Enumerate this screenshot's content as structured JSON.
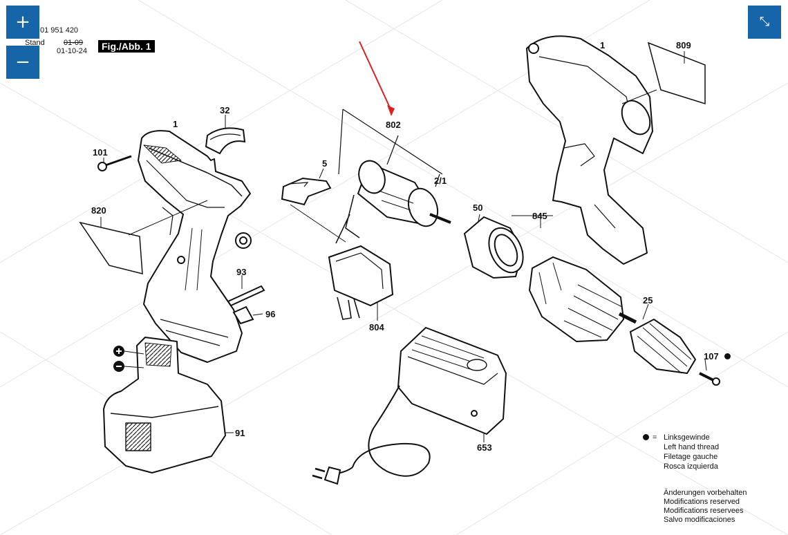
{
  "controls": {
    "zoom_in_icon": "plus-icon",
    "zoom_out_icon": "minus-icon",
    "fullscreen_icon": "collapse-arrows-icon"
  },
  "header": {
    "doc_number": "01 951 420",
    "stand_label": "Stand",
    "stand_value": "01-09",
    "date_value": "01-10-24",
    "fig_label": "Fig./Abb. 1"
  },
  "parts": {
    "p1_handle": "1",
    "p1_housing": "1",
    "p809": "809",
    "p32": "32",
    "p101": "101",
    "p5": "5",
    "p802": "802",
    "p2_1": "2/1",
    "p820": "820",
    "p50": "50",
    "p845": "845",
    "p93": "93",
    "p96": "96",
    "p804": "804",
    "p25": "25",
    "p107": "107",
    "p91": "91",
    "p653": "653"
  },
  "legend": {
    "lines": [
      "Linksgewinde",
      "Left hand thread",
      "Filetage gauche",
      "Rosca izquierda"
    ]
  },
  "notice": {
    "lines": [
      "Änderungen vorbehalten",
      "Modifications reserved",
      "Modifications reservees",
      "Salvo modificaciones"
    ]
  },
  "colors": {
    "accent": "#1565a8",
    "arrow": "#e02020"
  }
}
